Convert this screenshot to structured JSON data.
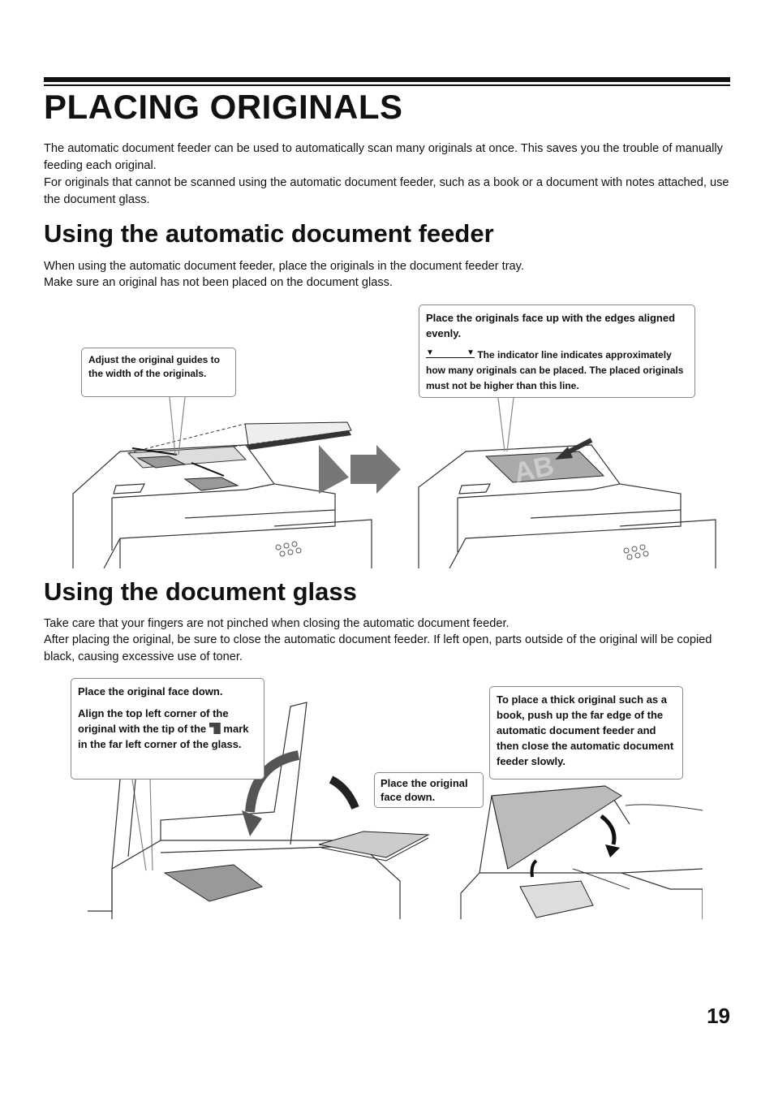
{
  "title": "PLACING ORIGINALS",
  "intro": {
    "p1": "The automatic document feeder can be used to automatically scan many originals at once. This saves you the trouble of manually feeding each original.",
    "p2": "For originals that cannot be scanned using the automatic document feeder, such as a book or a document with notes attached, use the document glass."
  },
  "adf_section": {
    "heading": "Using the automatic document feeder",
    "line1": "When using the automatic document feeder, place the originals in the document feeder tray.",
    "line2": "Make sure an original has not been placed on the document glass.",
    "callout_guides": "Adjust the original guides to the width of the originals.",
    "callout_face_up": "Place the originals face up with the edges aligned evenly.",
    "callout_indicator": "The indicator line indicates approximately how many originals can be placed. The placed originals must not be higher than this line."
  },
  "glass_section": {
    "heading": "Using the document glass",
    "line1": "Take care that your fingers are not pinched when closing the automatic document feeder.",
    "line2": "After placing the original, be sure to close the automatic document feeder. If left open, parts outside of the original will be copied black, causing excessive use of toner.",
    "callout_face_down": "Place the original face down.",
    "callout_align_a": "Align the top left corner of the original with the tip of the",
    "callout_align_b": "mark in the far left corner of the glass.",
    "callout_face_down_small": "Place the original face down.",
    "callout_thick": "To place a thick original such as a book, push up the far edge of the automatic document feeder and then close the automatic document feeder slowly."
  },
  "page_number": "19"
}
